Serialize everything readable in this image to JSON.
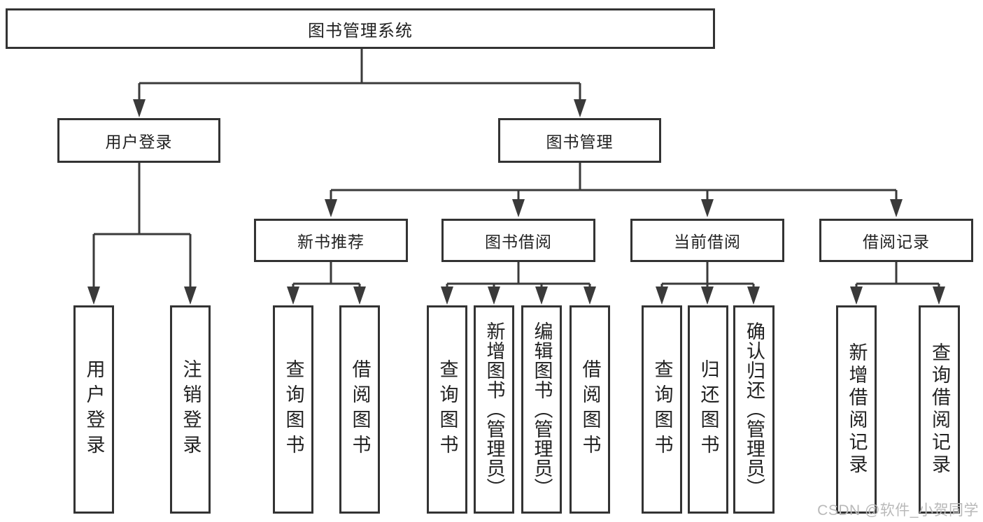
{
  "diagram": {
    "root": {
      "label": "图书管理系统"
    },
    "level2": [
      {
        "label": "用户登录"
      },
      {
        "label": "图书管理"
      }
    ],
    "level3": [
      {
        "label": "新书推荐"
      },
      {
        "label": "图书借阅"
      },
      {
        "label": "当前借阅"
      },
      {
        "label": "借阅记录"
      }
    ],
    "leaves": {
      "user_login": [
        "用户登录",
        "注销登录"
      ],
      "new_book": [
        "查询图书",
        "借阅图书"
      ],
      "book_borrow": [
        "查询图书",
        "新增图书（管理员）",
        "编辑图书（管理员）",
        "借阅图书"
      ],
      "current_borrow": [
        "查询图书",
        "归还图书",
        "确认归还（管理员）"
      ],
      "borrow_record": [
        "新增借阅记录",
        "查询借阅记录"
      ]
    }
  },
  "watermark": {
    "text": "CSDN @软件_小贺同学"
  },
  "colors": {
    "background": "#ffffff",
    "line": "#3a3a3a",
    "box_border": "#333333",
    "text": "#222222",
    "watermark": "#b9b9b9"
  }
}
